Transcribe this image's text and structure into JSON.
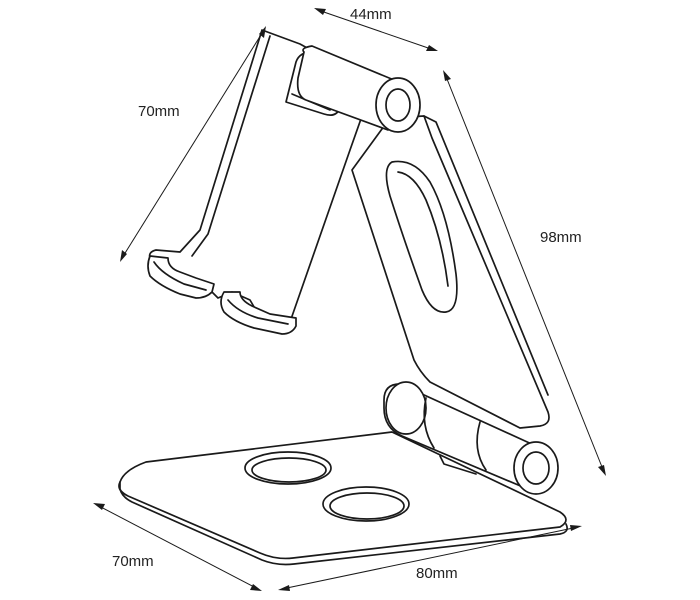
{
  "dimensions": {
    "top_width": "44mm",
    "back_height": "70mm",
    "total_height": "98mm",
    "base_depth": "70mm",
    "base_width": "80mm"
  }
}
